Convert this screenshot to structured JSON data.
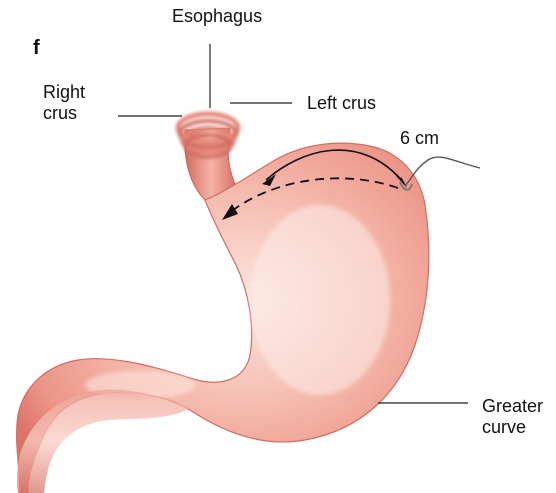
{
  "figure": {
    "panel_letter": "f",
    "labels": {
      "esophagus": "Esophagus",
      "right_crus_line1": "Right",
      "right_crus_line2": "crus",
      "left_crus": "Left crus",
      "measurement": "6 cm",
      "greater_curve_line1": "Greater",
      "greater_curve_line2": "curve"
    },
    "colors": {
      "stomach_body": "#f2a99e",
      "stomach_shadow": "#d9736a",
      "stomach_highlight": "#fbe3dc",
      "crus_ring": "#e07f72",
      "leader_line": "#222222",
      "suture": "#555555"
    }
  }
}
